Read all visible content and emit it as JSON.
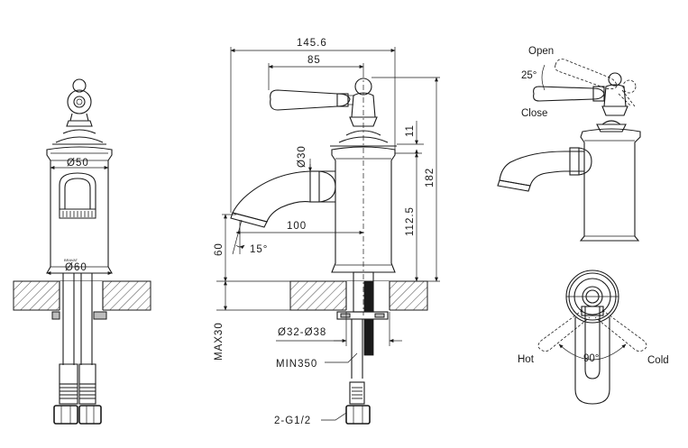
{
  "front_view": {
    "base_diameter": "Ø50",
    "bottom_diameter": "Ø60",
    "brand_mark": "BRAVAT"
  },
  "side_view": {
    "overall_width": "145.6",
    "handle_length": "85",
    "spout_diameter": "Ø30",
    "top_offset": "11",
    "total_height": "182",
    "body_height": "112.5",
    "spout_reach": "100",
    "spout_angle": "15°",
    "spout_clearance": "60",
    "max_thickness": "MAX30",
    "hole_diameter": "Ø32-Ø38",
    "min_hose": "MIN350",
    "connection": "2-G1/2"
  },
  "handle_motion_view": {
    "open_label": "Open",
    "close_label": "Close",
    "angle": "25°"
  },
  "top_view": {
    "hot_label": "Hot",
    "cold_label": "Cold",
    "angle": "90°"
  },
  "colors": {
    "line": "#1a1a1a",
    "hatch": "#1a1a1a",
    "background": "#ffffff"
  }
}
